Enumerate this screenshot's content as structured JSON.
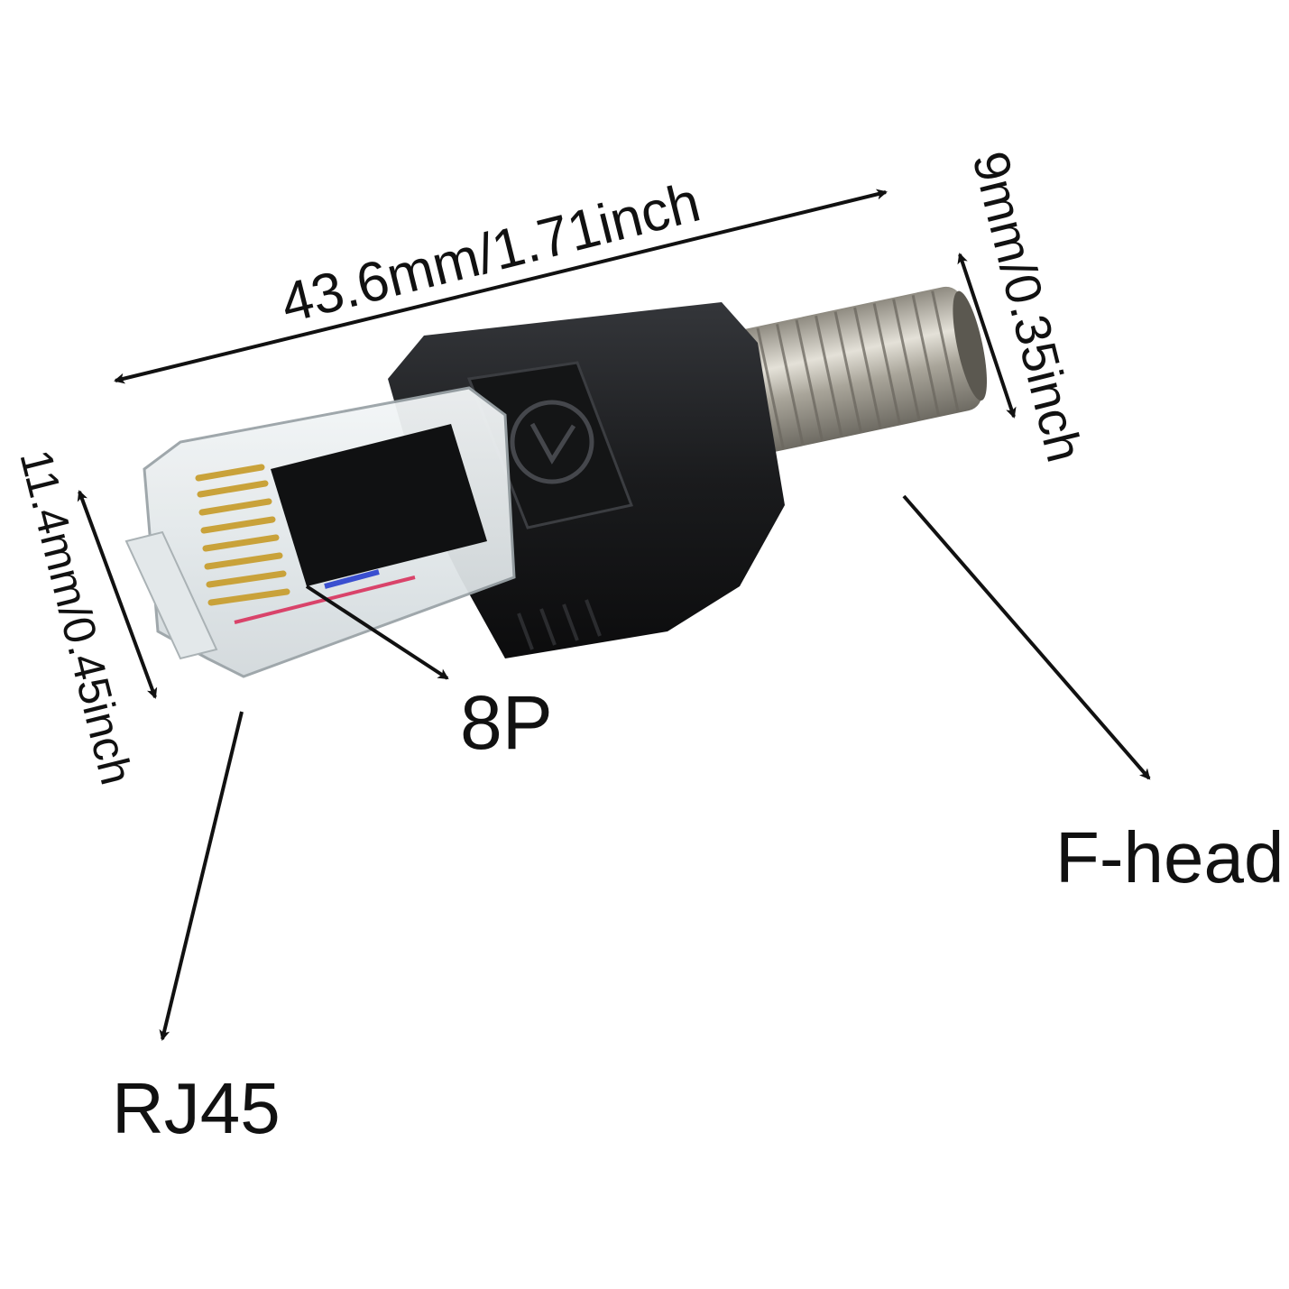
{
  "labels": {
    "length": "43.6mm/1.71inch",
    "f_diameter": "9mm/0.35inch",
    "rj_width": "11.4mm/0.45inch",
    "pins": "8P",
    "f_head": "F-head",
    "rj45": "RJ45"
  },
  "colors": {
    "background": "#ffffff",
    "text": "#111111",
    "arrow": "#111111",
    "housing": "#1b1c1e",
    "metal": "#b9b5a8",
    "plug_clear": "#e9eef0",
    "pin_gold": "#c9a23a"
  },
  "icons": {
    "brand_logo": "circle-logo-icon"
  }
}
